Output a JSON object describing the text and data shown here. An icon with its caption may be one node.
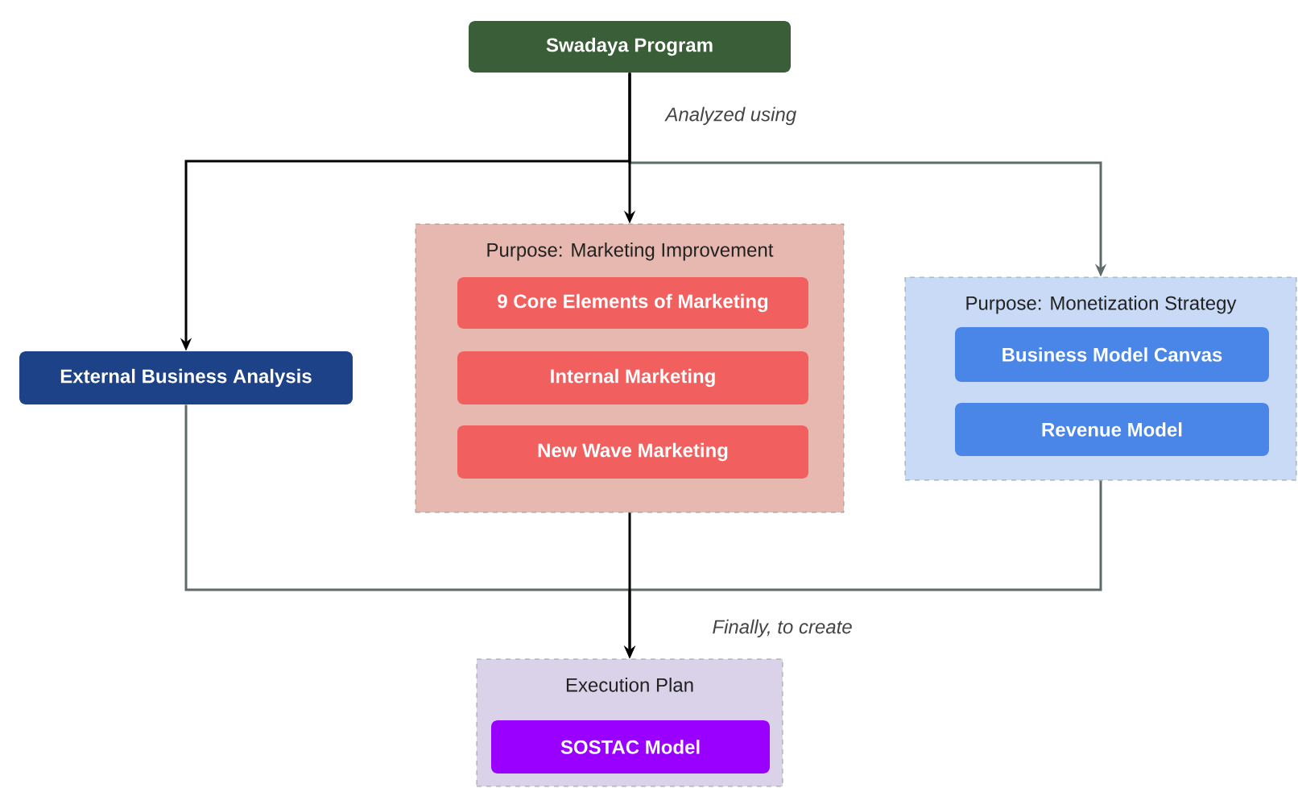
{
  "diagram": {
    "nodes": [
      {
        "text": [
          "Swadaya Program"
        ]
      },
      {
        "text": [
          "External Business Analysis"
        ]
      },
      {
        "text": [
          "Purpose: Marketing Improvement"
        ]
      },
      {
        "text": [
          "9 Core Elements of Marketing"
        ],
        "in": 2
      },
      {
        "text": [
          "Internal Marketing"
        ],
        "in": 2
      },
      {
        "text": [
          "New Wave Marketing"
        ],
        "in": 2
      },
      {
        "text": [
          "Purpose: Monetization Strategy"
        ]
      },
      {
        "text": [
          "Business Model Canvas"
        ],
        "in": 6
      },
      {
        "text": [
          "Revenue Model"
        ],
        "in": 6
      },
      {
        "text": [
          "Execution Plan"
        ]
      },
      {
        "text": [
          "SOSTAC Model"
        ],
        "in": 9
      }
    ],
    "edges": [
      {
        "from": 0,
        "to": 1,
        "arrow": "to",
        "color": "#000000"
      },
      {
        "from": 0,
        "to": 2,
        "arrow": "to",
        "label": "Analyzed using",
        "color": "#000000"
      },
      {
        "from": 0,
        "to": 6,
        "arrow": "to",
        "color": "#5f6b6b"
      },
      {
        "from": 2,
        "to": 9,
        "arrow": "to",
        "label": "Finally, to create",
        "color": "#000000"
      },
      {
        "from": 1,
        "to": 9,
        "arrow": "to",
        "color": "#5f6b6b"
      },
      {
        "from": 6,
        "to": 9,
        "arrow": "to",
        "color": "#5f6b6b"
      }
    ]
  }
}
